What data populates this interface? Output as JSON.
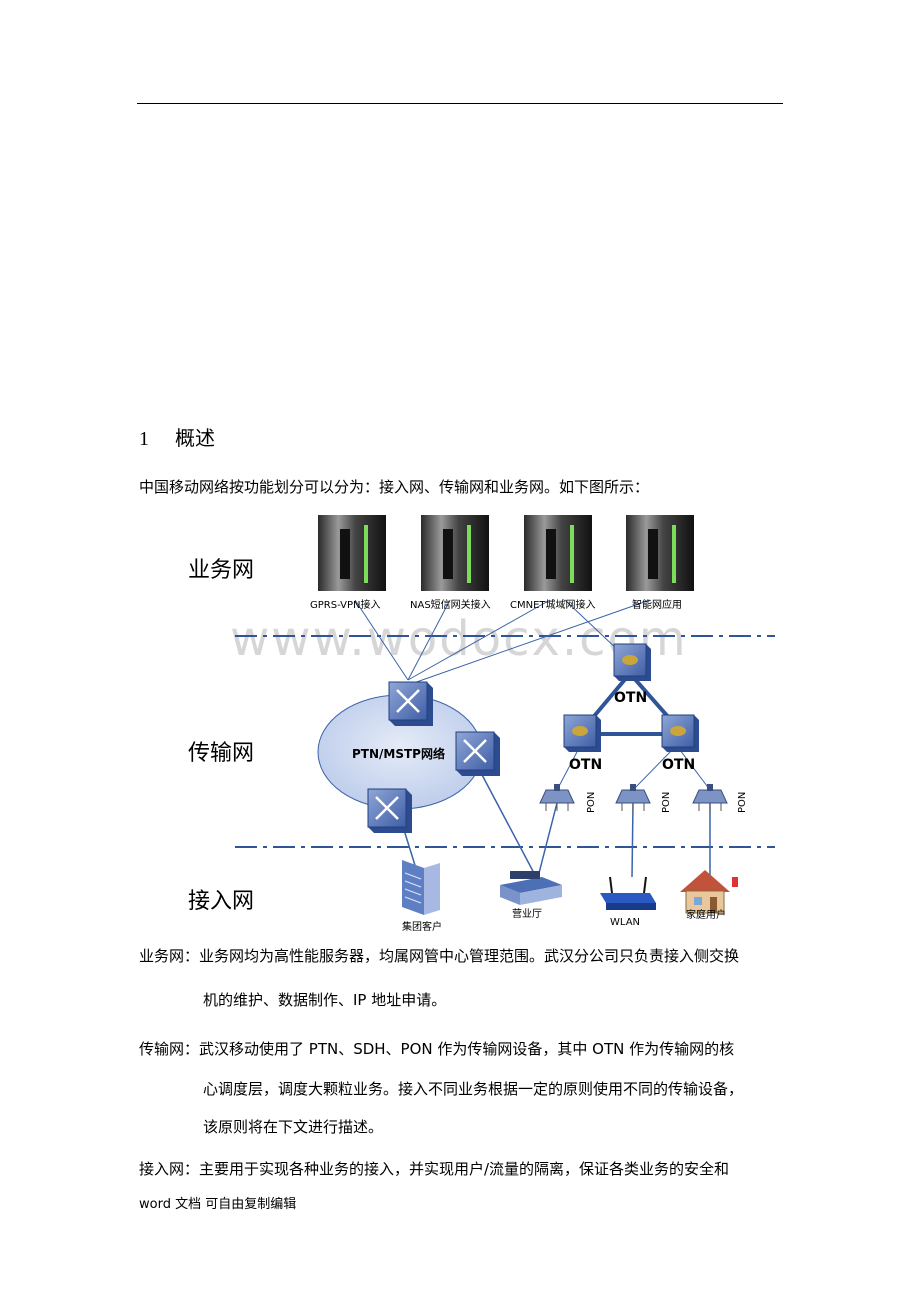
{
  "heading": {
    "number": "1",
    "title": "概述"
  },
  "intro": "中国移动网络按功能划分可以分为：接入网、传输网和业务网。如下图所示：",
  "diagram": {
    "layers": {
      "service": "业务网",
      "transport": "传输网",
      "access": "接入网"
    },
    "servers": [
      "GPRS-VPN接入",
      "NAS短信网关接入",
      "CMNET城域网接入",
      "智能网应用"
    ],
    "ptn_cloud": "PTN/MSTP网络",
    "otn_label": "OTN",
    "pon_label": "PON",
    "access_endpoints": [
      "集团客户",
      "营业厅",
      "WLAN",
      "家庭用户"
    ],
    "watermark": "www.wodocx.com",
    "colors": {
      "dash_line": "#2f5597",
      "link_line": "#3a63a8",
      "otn_ring": "#2f5597",
      "cloud": "#cfdaf0"
    }
  },
  "paragraphs": [
    {
      "lines": [
        "业务网：业务网均为高性能服务器，均属网管中心管理范围。武汉分公司只负责接入侧交换",
        "机的维护、数据制作、IP 地址申请。"
      ]
    },
    {
      "lines": [
        "传输网：武汉移动使用了 PTN、SDH、PON 作为传输网设备，其中 OTN 作为传输网的核",
        "心调度层，调度大颗粒业务。接入不同业务根据一定的原则使用不同的传输设备，",
        "该原则将在下文进行描述。"
      ]
    },
    {
      "lines": [
        "接入网：主要用于实现各种业务的接入，并实现用户/流量的隔离，保证各类业务的安全和"
      ]
    }
  ],
  "footer": "word 文档  可自由复制编辑"
}
